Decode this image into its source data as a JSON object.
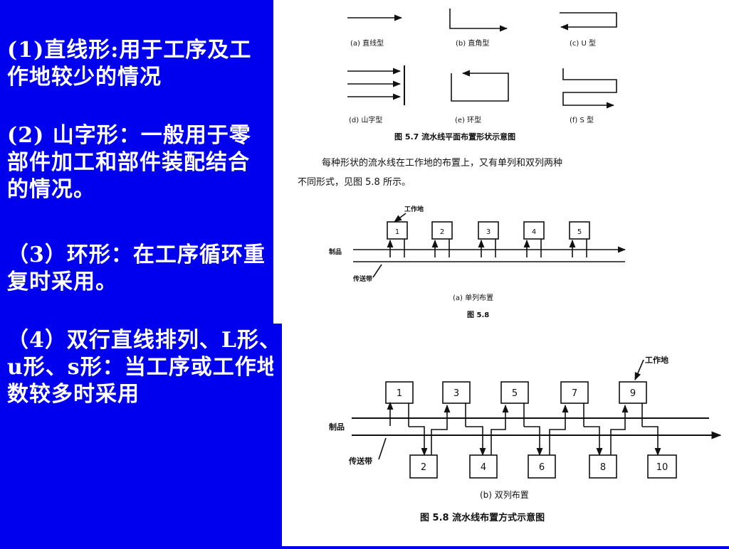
{
  "left": {
    "p1": "(1)直线形:用于工序及工作地较少的情况",
    "p2": "(2) 山字形：一般用于零部件加工和部件装配结合的情况。",
    "p3": "（3）环形：在工序循环重复时采用。",
    "p4": "（4）双行直线排列、L形、u形、s形：当工序或工作地数较多时采用"
  },
  "fig57": {
    "labels": [
      "(a) 直线型",
      "(b) 直角型",
      "(c) U 型",
      "(d) 山字型",
      "(e) 环型",
      "(f) S 型"
    ],
    "caption": "图 5.7  流水线平面布置形状示意图"
  },
  "body_text": {
    "line1": "每种形状的流水线在工作地的布置上，又有单列和双列两种",
    "line2": "不同形式，见图 5.8 所示。"
  },
  "fig58a": {
    "workstation_label": "工作地",
    "product_label": "制品",
    "conveyor_label": "传送带",
    "stations": [
      "1",
      "2",
      "3",
      "4",
      "5"
    ],
    "sub_caption": "(a) 单列布置",
    "caption": "图 5.8"
  },
  "fig58b": {
    "workstation_label": "工作地",
    "product_label": "制品",
    "conveyor_label": "传送带",
    "top_stations": [
      "1",
      "3",
      "5",
      "7",
      "9"
    ],
    "bottom_stations": [
      "2",
      "4",
      "6",
      "8",
      "10"
    ],
    "sub_caption": "(b) 双列布置",
    "caption": "图 5.8  流水线布置方式示意图"
  }
}
